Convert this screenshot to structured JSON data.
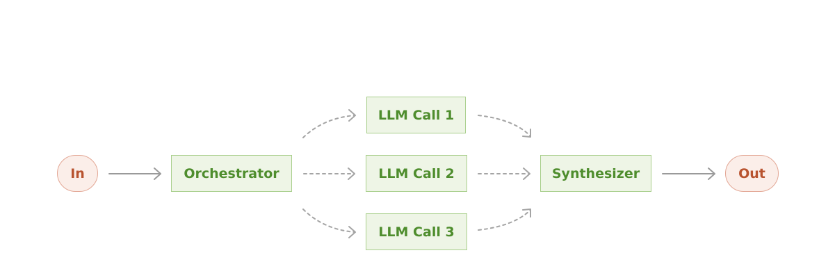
{
  "colors": {
    "terminal_bg": "#fbeee9",
    "terminal_border": "#e3a795",
    "terminal_text": "#b8532f",
    "process_bg": "#eef5e6",
    "process_border": "#a9cf8c",
    "process_text": "#4e8d2d",
    "solid_arrow": "#9a9a9a",
    "dashed_arrow": "#a4a4a4"
  },
  "nodes": {
    "input": {
      "label": "In"
    },
    "orchestrator": {
      "label": "Orchestrator"
    },
    "llm_call_1": {
      "label": "LLM Call 1"
    },
    "llm_call_2": {
      "label": "LLM Call 2"
    },
    "llm_call_3": {
      "label": "LLM Call 3"
    },
    "synthesizer": {
      "label": "Synthesizer"
    },
    "output": {
      "label": "Out"
    }
  },
  "edges": [
    {
      "from": "input",
      "to": "orchestrator",
      "style": "solid"
    },
    {
      "from": "orchestrator",
      "to": "llm_call_1",
      "style": "dashed"
    },
    {
      "from": "orchestrator",
      "to": "llm_call_2",
      "style": "dashed"
    },
    {
      "from": "orchestrator",
      "to": "llm_call_3",
      "style": "dashed"
    },
    {
      "from": "llm_call_1",
      "to": "synthesizer",
      "style": "dashed"
    },
    {
      "from": "llm_call_2",
      "to": "synthesizer",
      "style": "dashed"
    },
    {
      "from": "llm_call_3",
      "to": "synthesizer",
      "style": "dashed"
    },
    {
      "from": "synthesizer",
      "to": "output",
      "style": "solid"
    }
  ]
}
